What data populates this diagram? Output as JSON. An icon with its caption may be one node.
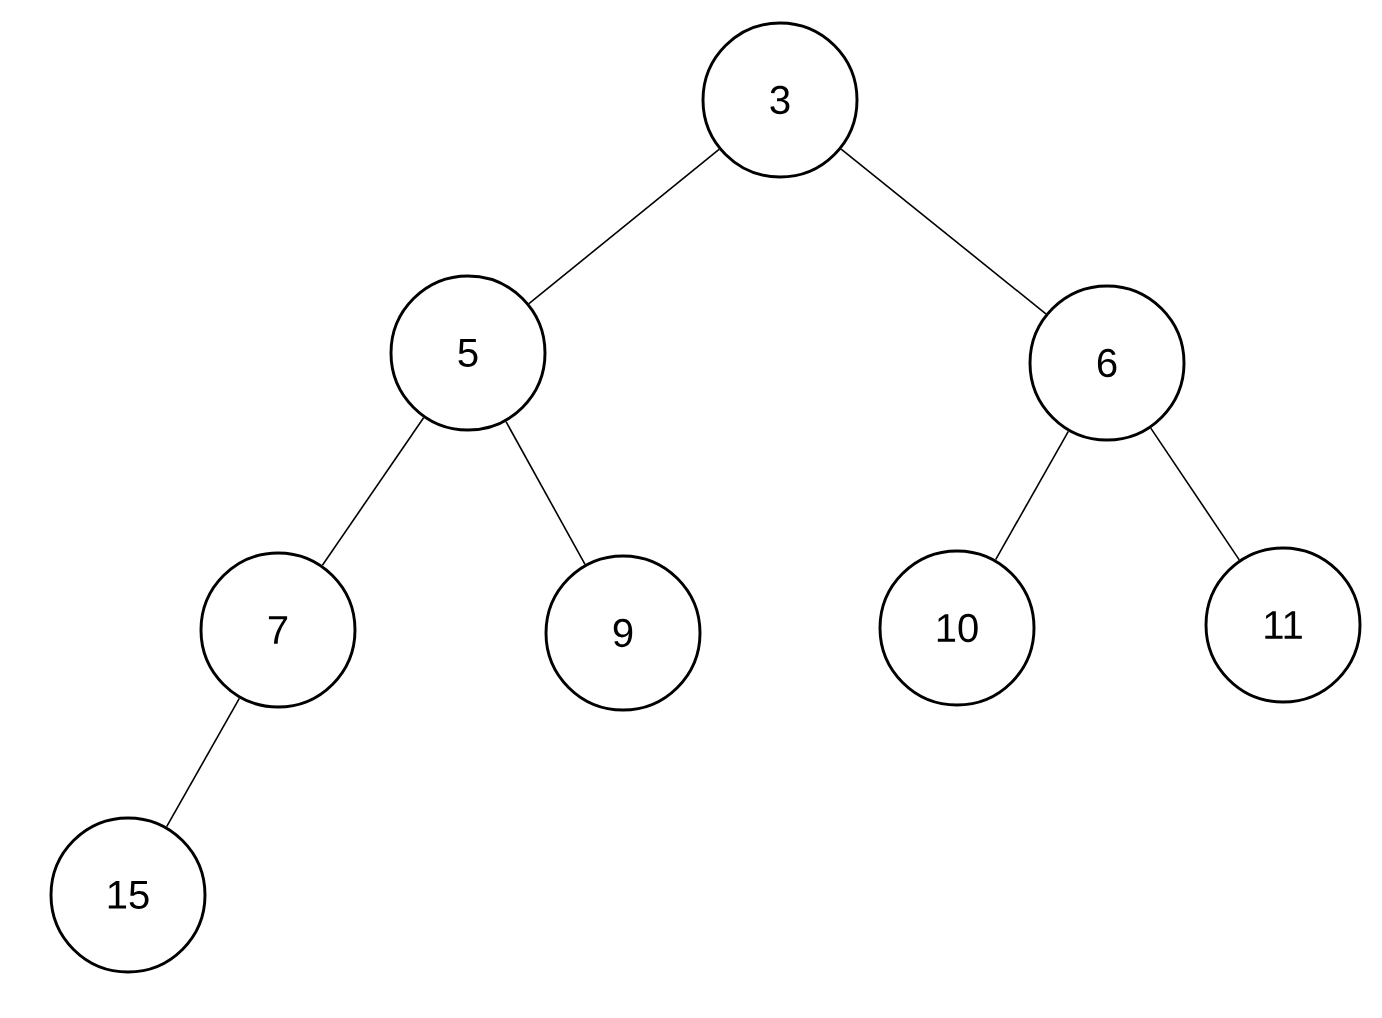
{
  "diagram": {
    "nodes": [
      {
        "text": [
          "3"
        ]
      },
      {
        "text": [
          "5"
        ]
      },
      {
        "text": [
          "6"
        ]
      },
      {
        "text": [
          "7"
        ]
      },
      {
        "text": [
          "9"
        ]
      },
      {
        "text": [
          "10"
        ]
      },
      {
        "text": [
          "11"
        ]
      },
      {
        "text": [
          "15"
        ]
      }
    ],
    "edges": [
      {
        "from": 0,
        "to": 1,
        "arrow": "none"
      },
      {
        "from": 0,
        "to": 2,
        "arrow": "none"
      },
      {
        "from": 1,
        "to": 3,
        "arrow": "none"
      },
      {
        "from": 1,
        "to": 4,
        "arrow": "none"
      },
      {
        "from": 2,
        "to": 5,
        "arrow": "none"
      },
      {
        "from": 2,
        "to": 6,
        "arrow": "none"
      },
      {
        "from": 3,
        "to": 7,
        "arrow": "none"
      }
    ]
  }
}
